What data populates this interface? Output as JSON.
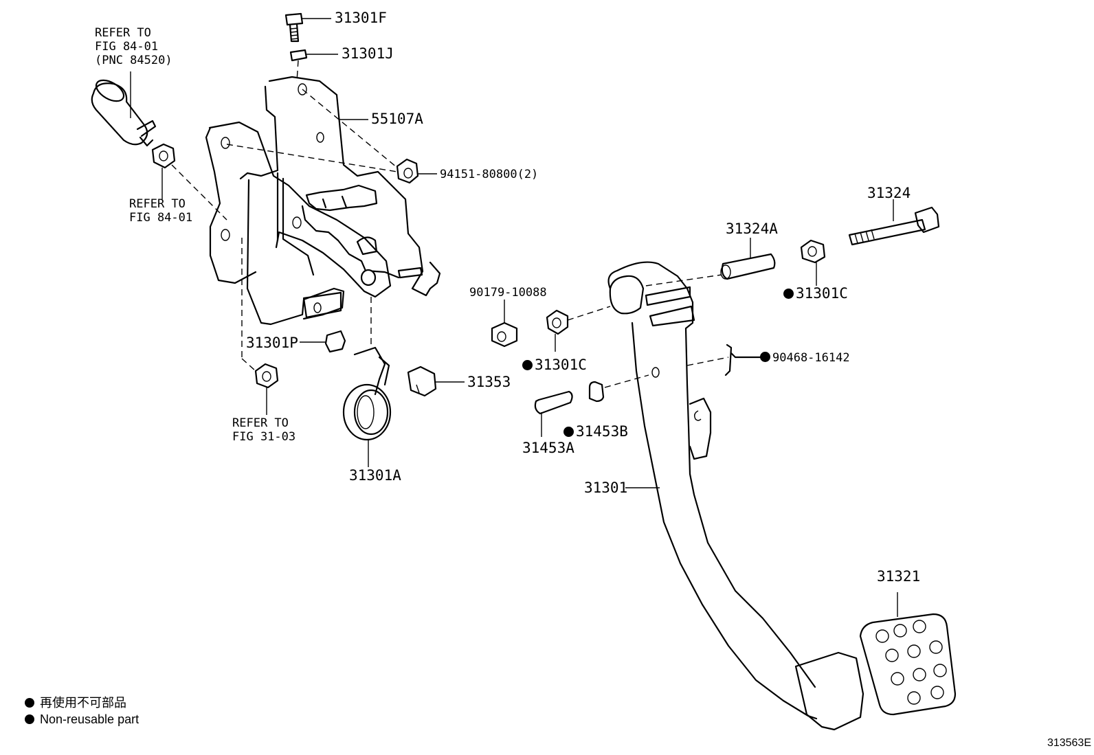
{
  "parts": {
    "p31301F": "31301F",
    "p31301J": "31301J",
    "p55107A": "55107A",
    "p94151": "94151-80800(2)",
    "p31324": "31324",
    "p31324A": "31324A",
    "p31301C_right": "31301C",
    "p90179": "90179-10088",
    "p31301C_mid": "31301C",
    "p90468": "90468-16142",
    "p31301P": "31301P",
    "p31353": "31353",
    "p31453B": "31453B",
    "p31453A": "31453A",
    "p31301A": "31301A",
    "p31301": "31301",
    "p31321": "31321"
  },
  "references": {
    "fig8401_pnc": [
      "REFER TO",
      "FIG 84-01",
      "(PNC 84520)"
    ],
    "fig8401": [
      "REFER TO",
      "FIG 84-01"
    ],
    "fig3103": [
      "REFER TO",
      "FIG 31-03"
    ]
  },
  "legend": {
    "japanese": "再使用不可部品",
    "english": "Non-reusable part"
  },
  "doc_id": "313563E"
}
